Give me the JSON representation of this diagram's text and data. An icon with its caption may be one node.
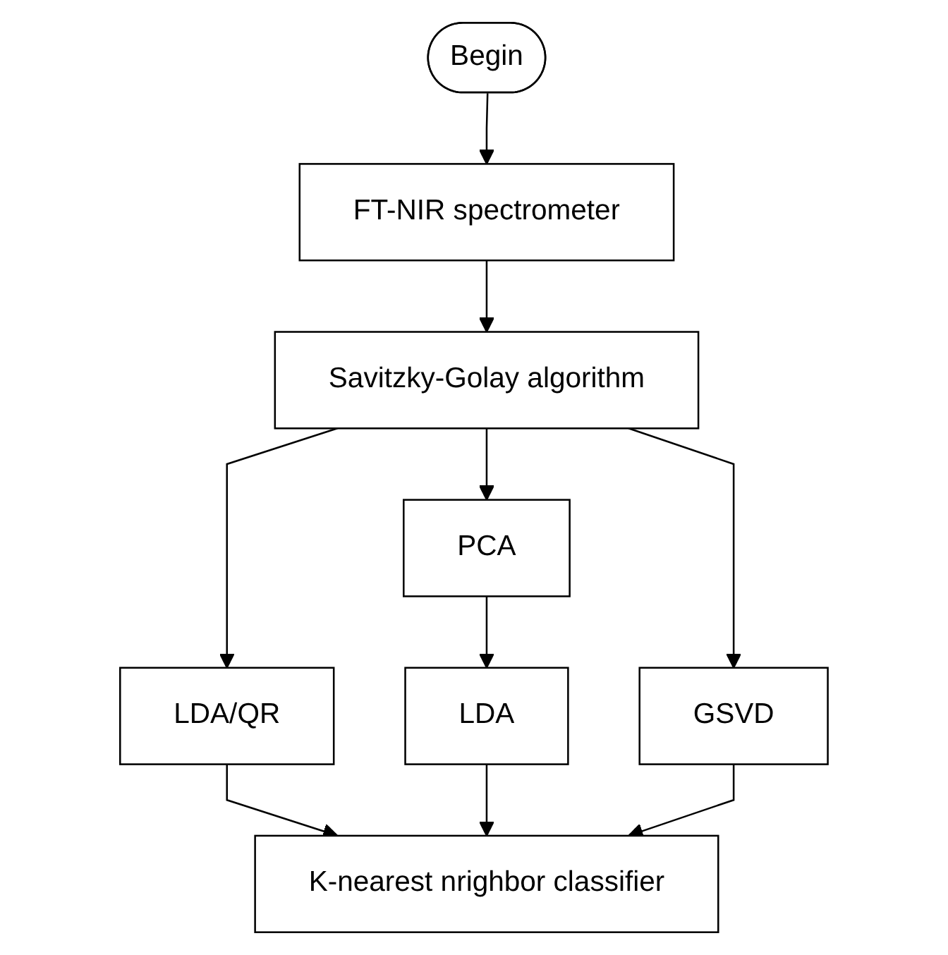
{
  "diagram": {
    "nodes": [
      {
        "text": [
          "Begin"
        ]
      },
      {
        "text": [
          "FT-NIR spectrometer"
        ]
      },
      {
        "text": [
          "Savitzky-Golay algorithm"
        ]
      },
      {
        "text": [
          "LDA/QR"
        ]
      },
      {
        "text": [
          "PCA"
        ]
      },
      {
        "text": [
          "GSVD"
        ]
      },
      {
        "text": [
          "LDA"
        ]
      },
      {
        "text": [
          "K-nearest nrighbor classifier"
        ]
      }
    ],
    "edges": [
      {
        "from": 0,
        "to": 1,
        "arrow": "to"
      },
      {
        "from": 1,
        "to": 2,
        "arrow": "to"
      },
      {
        "from": 2,
        "to": 3,
        "arrow": "to"
      },
      {
        "from": 2,
        "to": 4,
        "arrow": "to"
      },
      {
        "from": 2,
        "to": 5,
        "arrow": "to"
      },
      {
        "from": 4,
        "to": 6,
        "arrow": "to"
      },
      {
        "from": 3,
        "to": 7,
        "arrow": "to"
      },
      {
        "from": 6,
        "to": 7,
        "arrow": "to"
      },
      {
        "from": 5,
        "to": 7,
        "arrow": "to"
      }
    ]
  }
}
